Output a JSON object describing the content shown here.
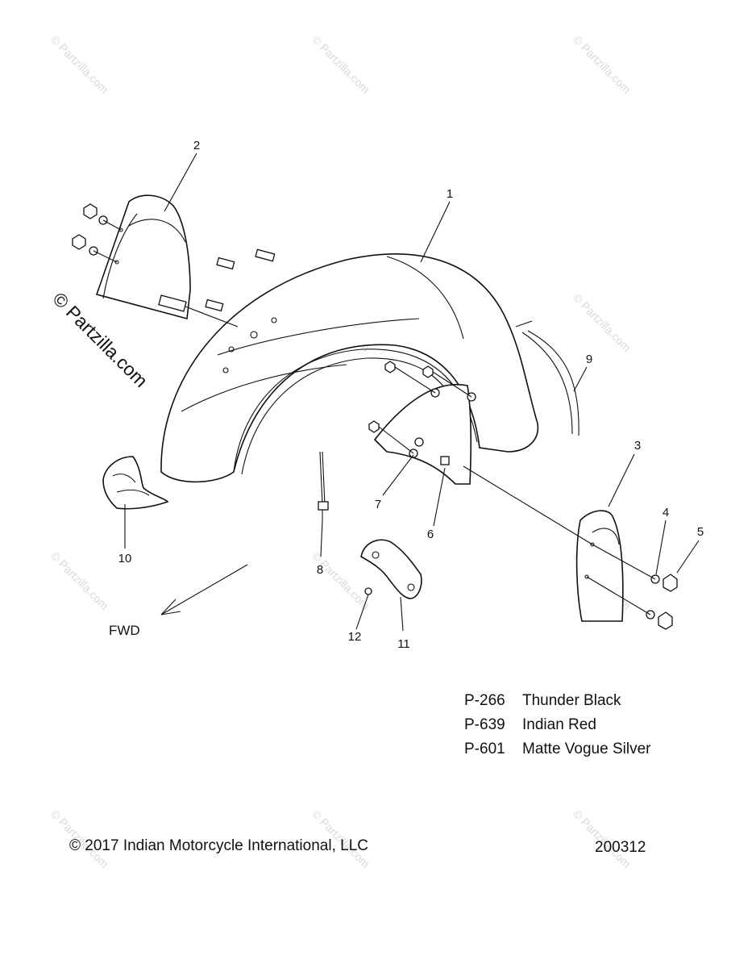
{
  "watermark_text": "© Partzilla.com",
  "side_watermark_text": "© Partzilla.com",
  "fwd_label": "FWD",
  "callouts": [
    "1",
    "2",
    "3",
    "4",
    "5",
    "6",
    "7",
    "8",
    "9",
    "10",
    "11",
    "12"
  ],
  "paint_codes": [
    {
      "code": "P-266",
      "name": "Thunder Black"
    },
    {
      "code": "P-639",
      "name": "Indian Red"
    },
    {
      "code": "P-601",
      "name": "Matte Vogue Silver"
    }
  ],
  "copyright": "© 2017 Indian Motorcycle International, LLC",
  "figure_number": "200312"
}
